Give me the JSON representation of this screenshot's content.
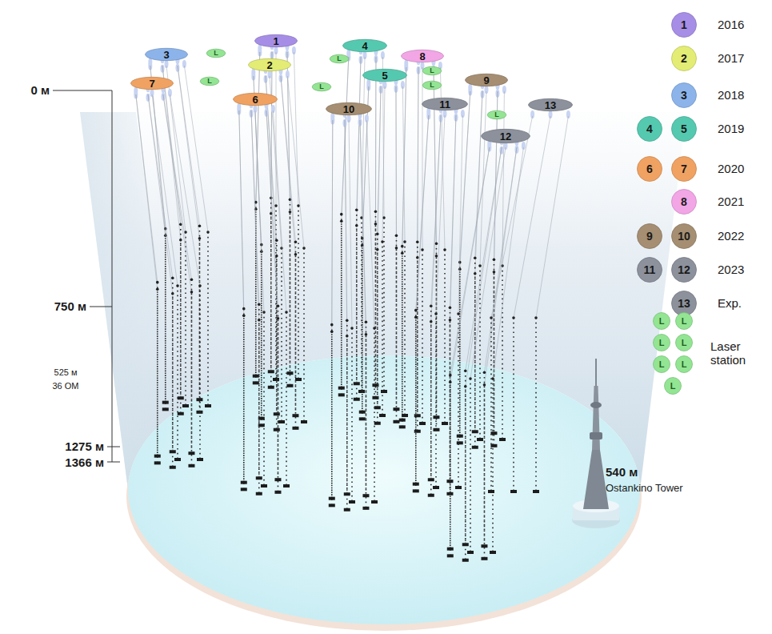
{
  "diagram": {
    "nodes": [
      {
        "text": [
          "1"
        ]
      },
      {
        "text": [
          "2"
        ]
      },
      {
        "text": [
          "3"
        ]
      },
      {
        "text": [
          "4"
        ]
      },
      {
        "text": [
          "5"
        ]
      },
      {
        "text": [
          "6"
        ]
      },
      {
        "text": [
          "7"
        ]
      },
      {
        "text": [
          "8"
        ]
      },
      {
        "text": [
          "9"
        ]
      },
      {
        "text": [
          "10"
        ]
      },
      {
        "text": [
          "11"
        ]
      },
      {
        "text": [
          "12"
        ]
      },
      {
        "text": [
          "13"
        ]
      },
      {
        "text": [
          "L"
        ]
      },
      {
        "text": [
          "L"
        ]
      },
      {
        "text": [
          "L"
        ]
      },
      {
        "text": [
          "L"
        ]
      },
      {
        "text": [
          "L"
        ]
      },
      {
        "text": [
          "L"
        ]
      },
      {
        "text": [
          "L"
        ]
      }
    ],
    "labels": [
      "0 м",
      "750 м",
      "525 м",
      "36 ОМ",
      "1275 м",
      "1366 м",
      "540 м",
      "Ostankino Tower",
      "1",
      "2",
      "3",
      "4",
      "5",
      "6",
      "7",
      "8",
      "9",
      "10",
      "11",
      "12",
      "13",
      "L",
      "L",
      "L",
      "L",
      "L",
      "L",
      "L"
    ],
    "legend": [
      {
        "text": "2016",
        "color": "#a68ee6"
      },
      {
        "text": "2017",
        "color": "#e3ec74"
      },
      {
        "text": "2018",
        "color": "#8cb4ea"
      },
      {
        "text": "2019",
        "color": "#55c9b0"
      },
      {
        "text": "2020",
        "color": "#f0a262"
      },
      {
        "text": "2021",
        "color": "#f2a6e6"
      },
      {
        "text": "2022",
        "color": "#a58e72"
      },
      {
        "text": "2023",
        "color": "#8c919c"
      },
      {
        "text": "Exp.",
        "color": "#8c919c"
      },
      {
        "text": "Laser station",
        "color": "#93e593"
      }
    ]
  }
}
